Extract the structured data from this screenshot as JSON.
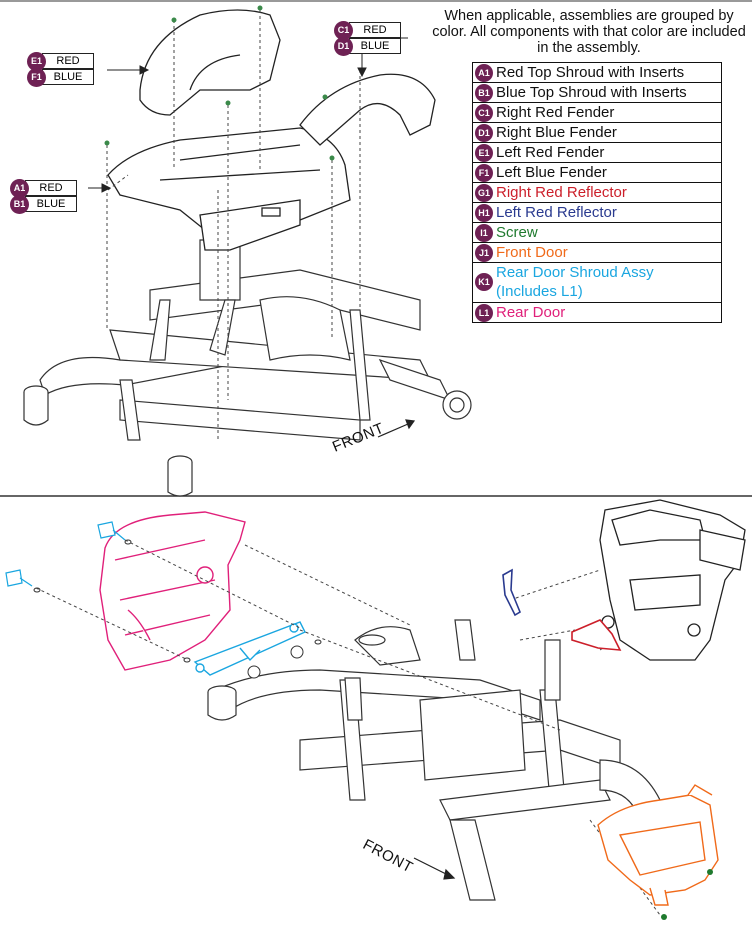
{
  "legend": {
    "title": "When applicable, assemblies are grouped by color. All components with that color are included in the assembly.",
    "items": [
      {
        "code": "A1",
        "label": "Red Top Shroud with Inserts",
        "color": "#111111"
      },
      {
        "code": "B1",
        "label": "Blue Top Shroud with Inserts",
        "color": "#111111"
      },
      {
        "code": "C1",
        "label": "Right Red Fender",
        "color": "#111111"
      },
      {
        "code": "D1",
        "label": "Right Blue Fender",
        "color": "#111111"
      },
      {
        "code": "E1",
        "label": "Left Red Fender",
        "color": "#111111"
      },
      {
        "code": "F1",
        "label": "Left Blue Fender",
        "color": "#111111"
      },
      {
        "code": "G1",
        "label": "Right Red Reflector",
        "color": "#cc1f2a"
      },
      {
        "code": "H1",
        "label": "Left Red Reflector",
        "color": "#2a3a8f"
      },
      {
        "code": "I1",
        "label": "Screw",
        "color": "#1f7a2e"
      },
      {
        "code": "J1",
        "label": "Front Door",
        "color": "#f06a1a"
      },
      {
        "code": "K1",
        "label": "Rear Door Shroud Assy (Includes L1)",
        "line1": "Rear Door Shroud Assy",
        "line2": "(Includes L1)",
        "color": "#1aa6e0"
      },
      {
        "code": "L1",
        "label": "Rear Door",
        "color": "#e0207a"
      }
    ]
  },
  "callouts": [
    {
      "codes": [
        "E1",
        "F1"
      ],
      "labels": [
        "RED",
        "BLUE"
      ]
    },
    {
      "codes": [
        "C1",
        "D1"
      ],
      "labels": [
        "RED",
        "BLUE"
      ]
    },
    {
      "codes": [
        "A1",
        "B1"
      ],
      "labels": [
        "RED",
        "BLUE"
      ]
    }
  ],
  "front_label_top": "FRONT",
  "front_label_bottom": "FRONT",
  "colors": {
    "badge": "#6e2154",
    "rear_door": "#e0207a",
    "rear_door_shroud": "#1aa6e0",
    "front_door": "#f06a1a",
    "reflector_right": "#cc1f2a",
    "reflector_left": "#2a3a8f",
    "screw": "#1f7a2e"
  }
}
